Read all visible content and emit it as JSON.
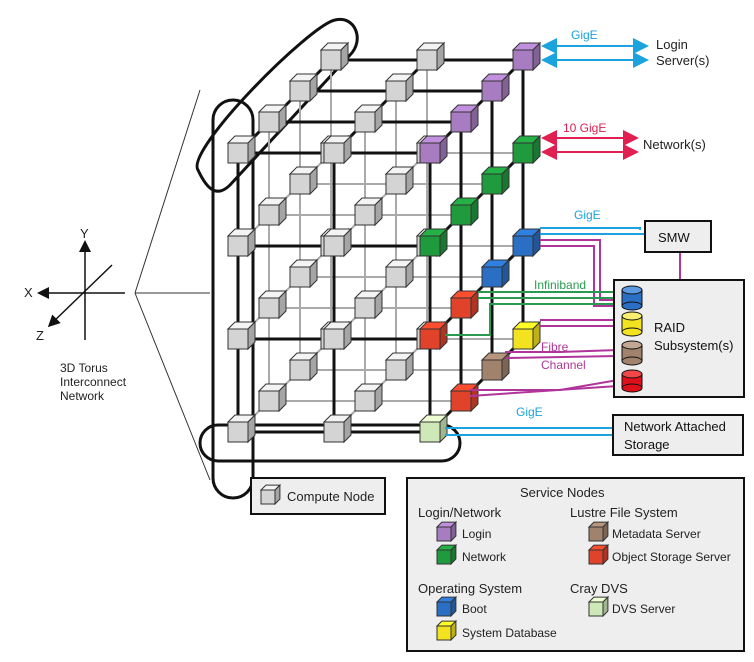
{
  "axes": {
    "y": "Y",
    "x": "X",
    "z": "Z"
  },
  "torus_label": [
    "3D Torus",
    "Interconnect",
    "Network"
  ],
  "links": {
    "login_gige": "GigE",
    "login_server": [
      "Login",
      "Server(s)"
    ],
    "network_10gige": "10 GigE",
    "network": "Network(s)",
    "smw_gige": "GigE",
    "infiniband": "Infiniband",
    "fibre_channel": [
      "Fibre",
      "Channel"
    ],
    "nas_gige": "GigE"
  },
  "boxes": {
    "smw": "SMW",
    "raid": [
      "RAID",
      "Subsystem(s)"
    ],
    "nas": [
      "Network Attached",
      "Storage"
    ]
  },
  "legend": {
    "compute_node": "Compute Node",
    "service_nodes_title": "Service Nodes",
    "groups": [
      {
        "title": "Login/Network",
        "items": [
          {
            "label": "Login",
            "color": "#a77cc0"
          },
          {
            "label": "Network",
            "color": "#1f9a3c"
          }
        ]
      },
      {
        "title": "Lustre File System",
        "items": [
          {
            "label": "Metadata Server",
            "color": "#a0826d"
          },
          {
            "label": "Object Storage Server",
            "color": "#e0432a"
          }
        ]
      },
      {
        "title": "Operating System",
        "items": [
          {
            "label": "Boot",
            "color": "#2a6fc4"
          },
          {
            "label": "System Database",
            "color": "#f3e220"
          }
        ]
      },
      {
        "title": "Cray DVS",
        "items": [
          {
            "label": "DVS Server",
            "color": "#cfe8b8"
          }
        ]
      }
    ]
  },
  "colors": {
    "compute": "#d4d4d4",
    "login": "#a77cc0",
    "network": "#1f9a3c",
    "boot": "#2a6fc4",
    "sysdb": "#f3e220",
    "metadata": "#a0826d",
    "oss": "#e0432a",
    "dvs": "#cfe8b8",
    "gige_cyan": "#1aa3dc",
    "tengige_red": "#e02050",
    "magenta": "#b0359a",
    "infiniband_green": "#2a9a50",
    "box_fill": "#eeeeee"
  }
}
